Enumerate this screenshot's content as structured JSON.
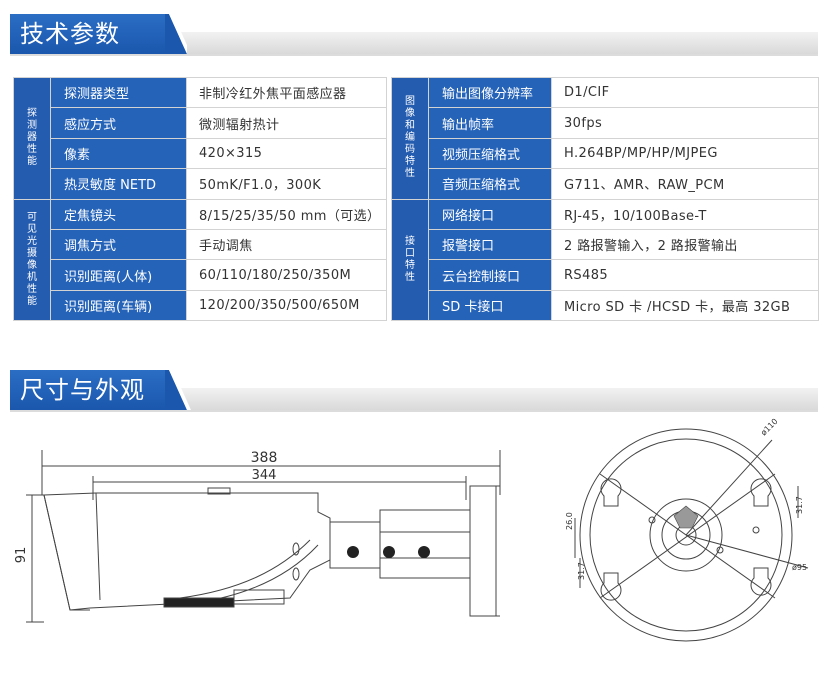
{
  "sections": {
    "specs_title": "技术参数",
    "dims_title": "尺寸与外观"
  },
  "left_table": {
    "groups": [
      {
        "name": "探测器性能",
        "rows": [
          {
            "label": "探测器类型",
            "value": "非制冷红外焦平面感应器"
          },
          {
            "label": "感应方式",
            "value": "微测辐射热计"
          },
          {
            "label": "像素",
            "value": "420×315"
          },
          {
            "label": "热灵敏度 NETD",
            "value": "50mK/F1.0，300K"
          }
        ]
      },
      {
        "name": "可见光摄像机性能",
        "rows": [
          {
            "label": "定焦镜头",
            "value": "8/15/25/35/50 mm（可选）"
          },
          {
            "label": "调焦方式",
            "value": "手动调焦"
          },
          {
            "label": "识别距离(人体)",
            "value": "60/110/180/250/350M"
          },
          {
            "label": "识别距离(车辆)",
            "value": "120/200/350/500/650M"
          }
        ]
      }
    ]
  },
  "right_table": {
    "groups": [
      {
        "name": "图像和编码特性",
        "rows": [
          {
            "label": "输出图像分辨率",
            "value": "D1/CIF"
          },
          {
            "label": "输出帧率",
            "value": "30fps"
          },
          {
            "label": "视频压缩格式",
            "value": "H.264BP/MP/HP/MJPEG"
          },
          {
            "label": "音频压缩格式",
            "value": "G711、AMR、RAW_PCM"
          }
        ]
      },
      {
        "name": "接口特性",
        "rows": [
          {
            "label": "网络接口",
            "value": "RJ-45，10/100Base-T"
          },
          {
            "label": "报警接口",
            "value": "2 路报警输入，2 路报警输出"
          },
          {
            "label": "云台控制接口",
            "value": "RS485"
          },
          {
            "label": "SD 卡接口",
            "value": "Micro SD 卡 /HCSD 卡，最高 32GB"
          }
        ]
      }
    ]
  },
  "side_drawing": {
    "overall_length": "388",
    "body_length": "344",
    "height": "91"
  },
  "mount_drawing": {
    "diameter_outer": "ø110",
    "diameter_inner": "ø95",
    "dim_a": "31.7",
    "dim_b": "26.0",
    "dim_c": "31.7"
  }
}
